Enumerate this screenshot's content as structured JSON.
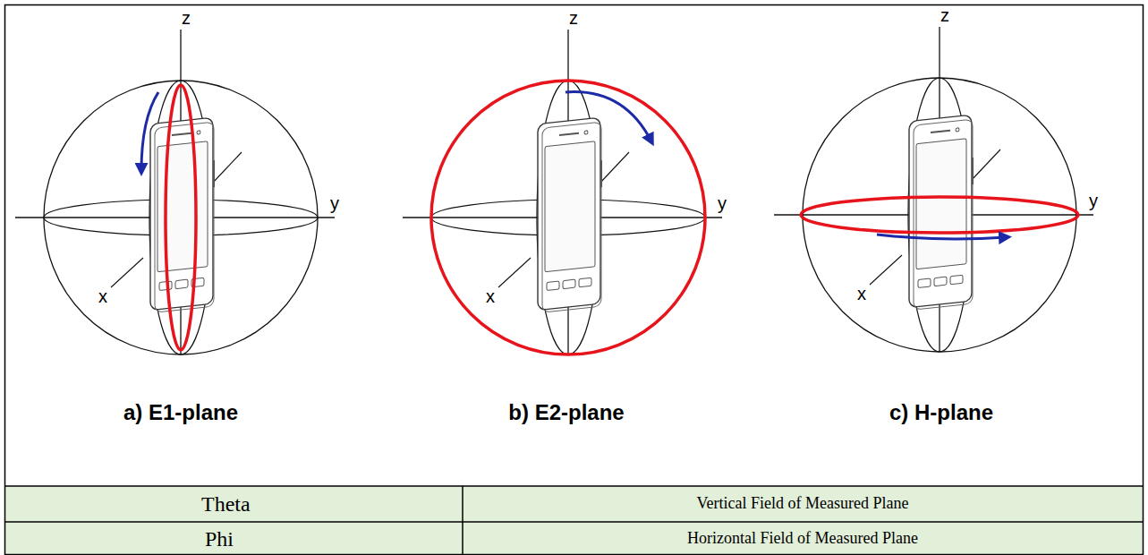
{
  "diagram": {
    "labels": [
      "z",
      "y",
      "x",
      "a) E1-plane",
      "z",
      "y",
      "x",
      "b) E2-plane",
      "z",
      "y",
      "x",
      "c) H-plane",
      "Theta",
      "Vertical Field of Measured Plane",
      "Phi",
      "Horizontal Field of Measured Plane"
    ]
  }
}
